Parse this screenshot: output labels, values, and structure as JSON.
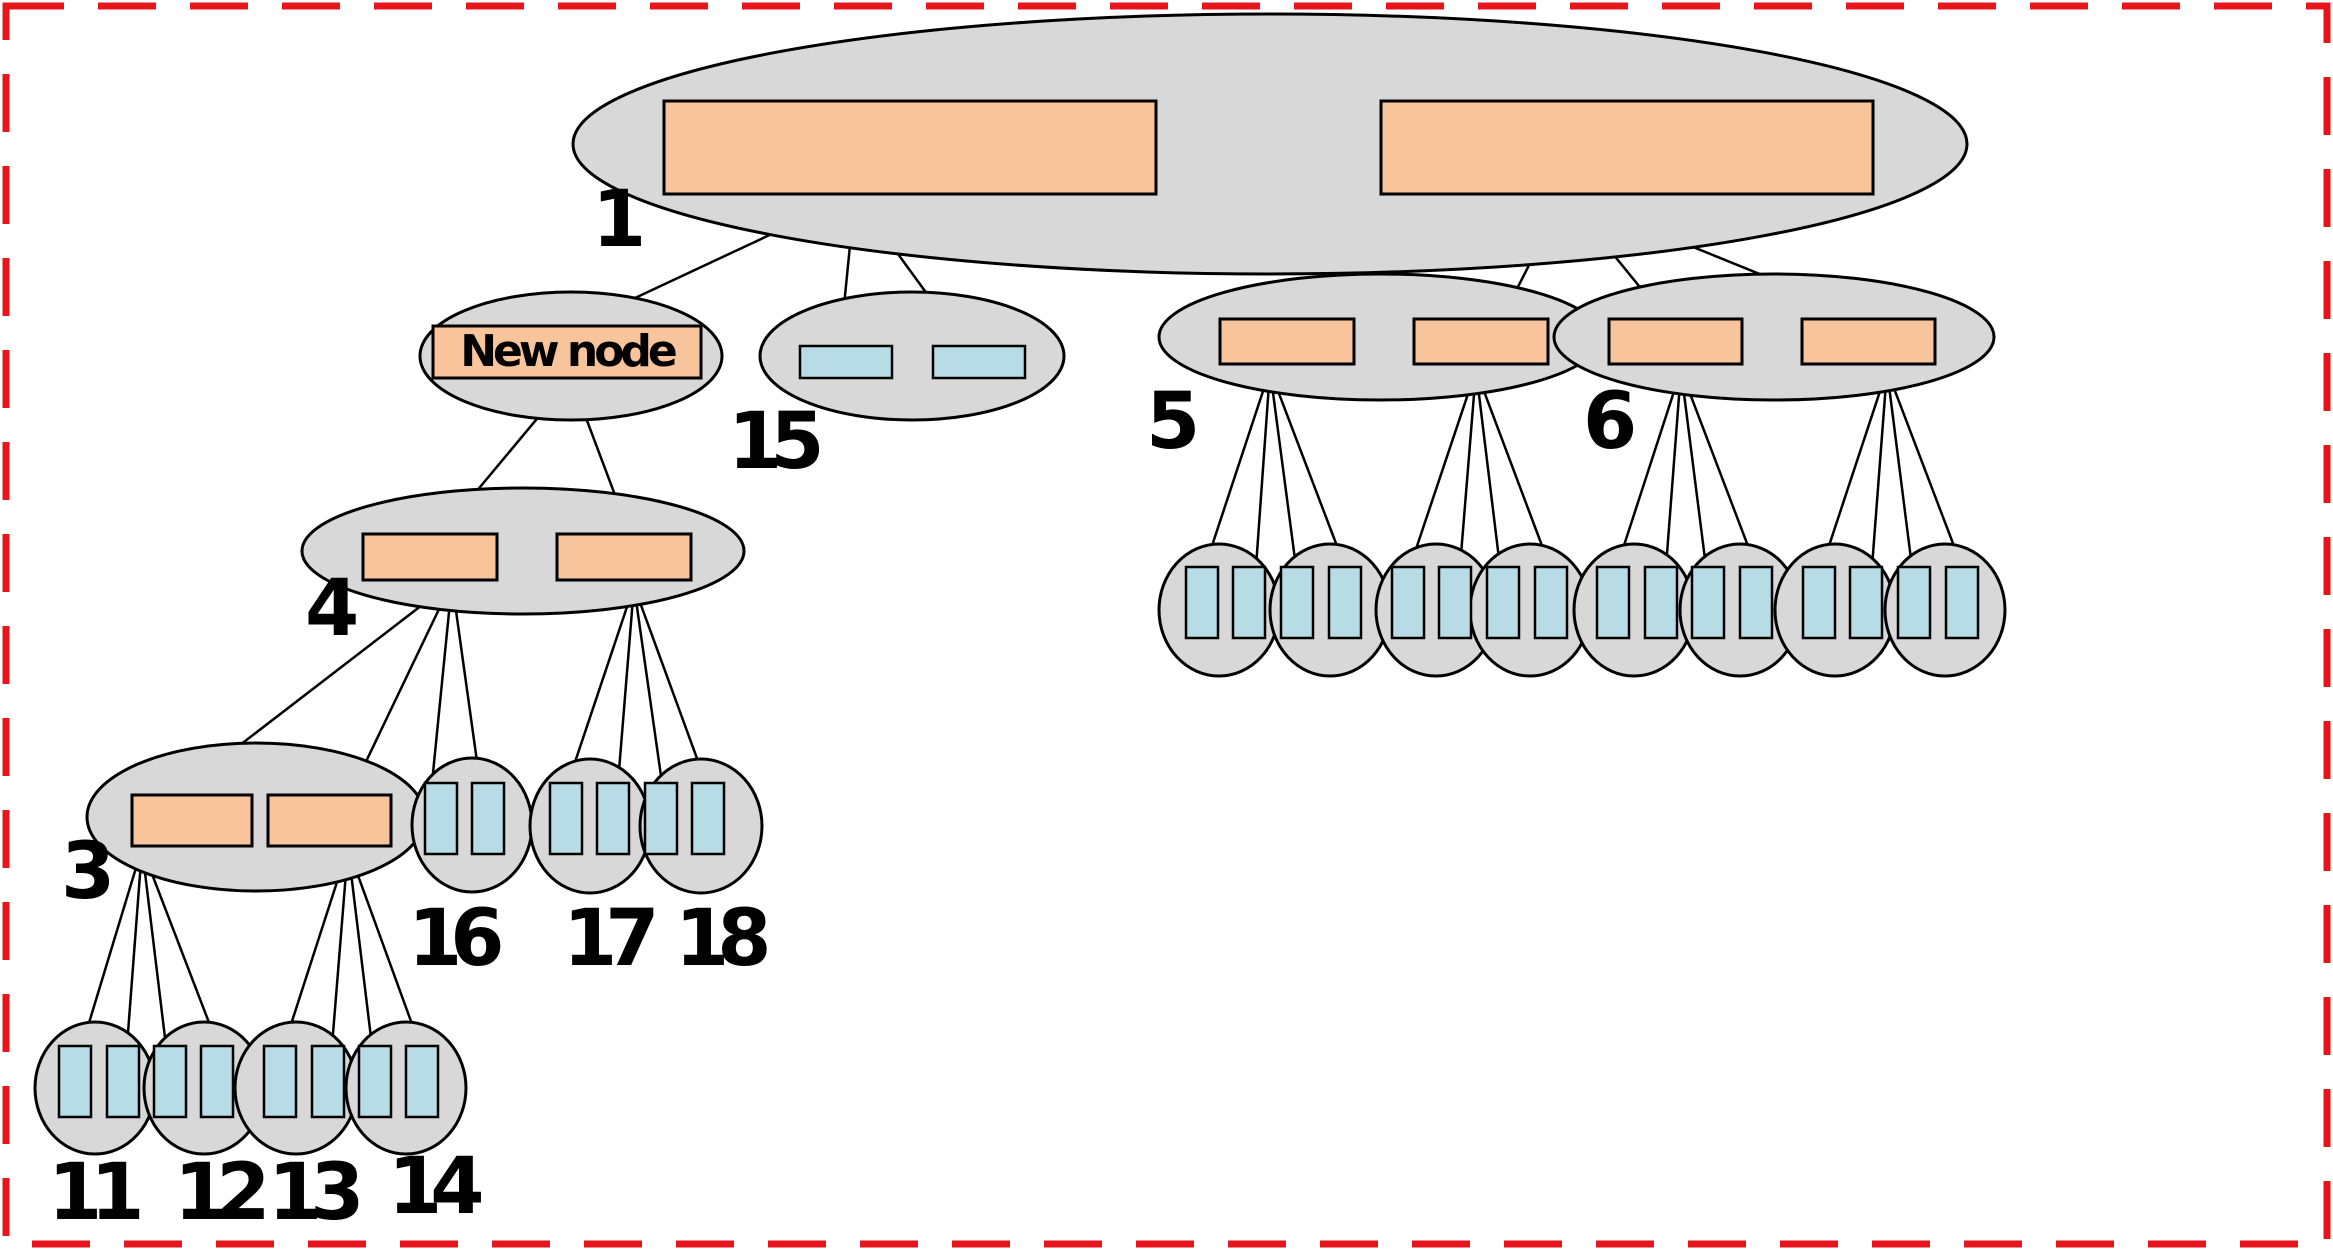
{
  "diagram": {
    "new_node_label": "New node",
    "node_labels": {
      "n1": "1",
      "n3": "3",
      "n4": "4",
      "n5": "5",
      "n6": "6",
      "n11": "11",
      "n12": "12",
      "n13": "13",
      "n14": "14",
      "n15": "15",
      "n16": "16",
      "n17": "17",
      "n18": "18"
    },
    "colors": {
      "node_fill": "#d8d8d8",
      "key_fill": "#f8c49c",
      "leaf_fill": "#b7dce6",
      "border": "#e8141c"
    }
  }
}
